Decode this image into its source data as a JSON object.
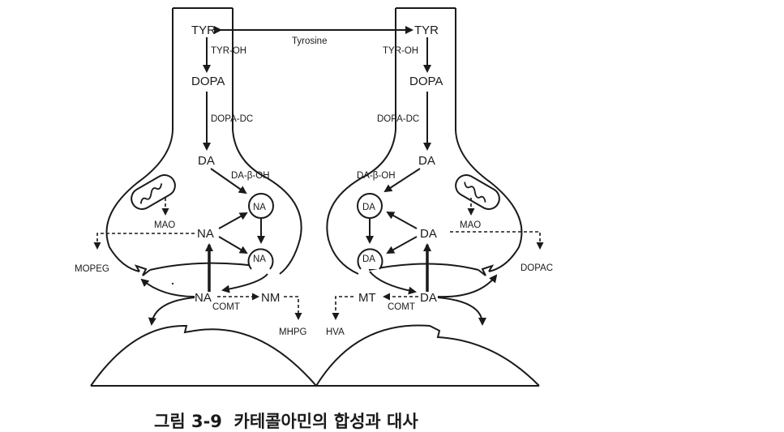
{
  "figure": {
    "caption": "그림 3-9  카테콜아민의 합성과 대사",
    "shared": {
      "tyrosine": "Tyrosine"
    },
    "left_neuron": {
      "tyr": "TYR",
      "tyr_oh": "TYR-OH",
      "dopa": "DOPA",
      "dopa_dc": "DOPA-DC",
      "da": "DA",
      "da_beta_oh": "DA-β-OH",
      "vesicle_top": "NA",
      "vesicle_bottom": "NA",
      "cytosol": "NA",
      "mao": "MAO",
      "mao_product": "MOPEG",
      "synaptic": "NA",
      "comt": "COMT",
      "comt_product": "NM",
      "final_product": "MHPG"
    },
    "right_neuron": {
      "tyr": "TYR",
      "tyr_oh": "TYR-OH",
      "dopa": "DOPA",
      "dopa_dc": "DOPA-DC",
      "da": "DA",
      "da_beta_oh": "DA-β-OH",
      "vesicle_top": "DA",
      "vesicle_bottom": "DA",
      "cytosol": "DA",
      "mao": "MAO",
      "mao_product": "DOPAC",
      "synaptic": "DA",
      "comt": "COMT",
      "comt_product": "MT",
      "final_product": "HVA"
    }
  }
}
